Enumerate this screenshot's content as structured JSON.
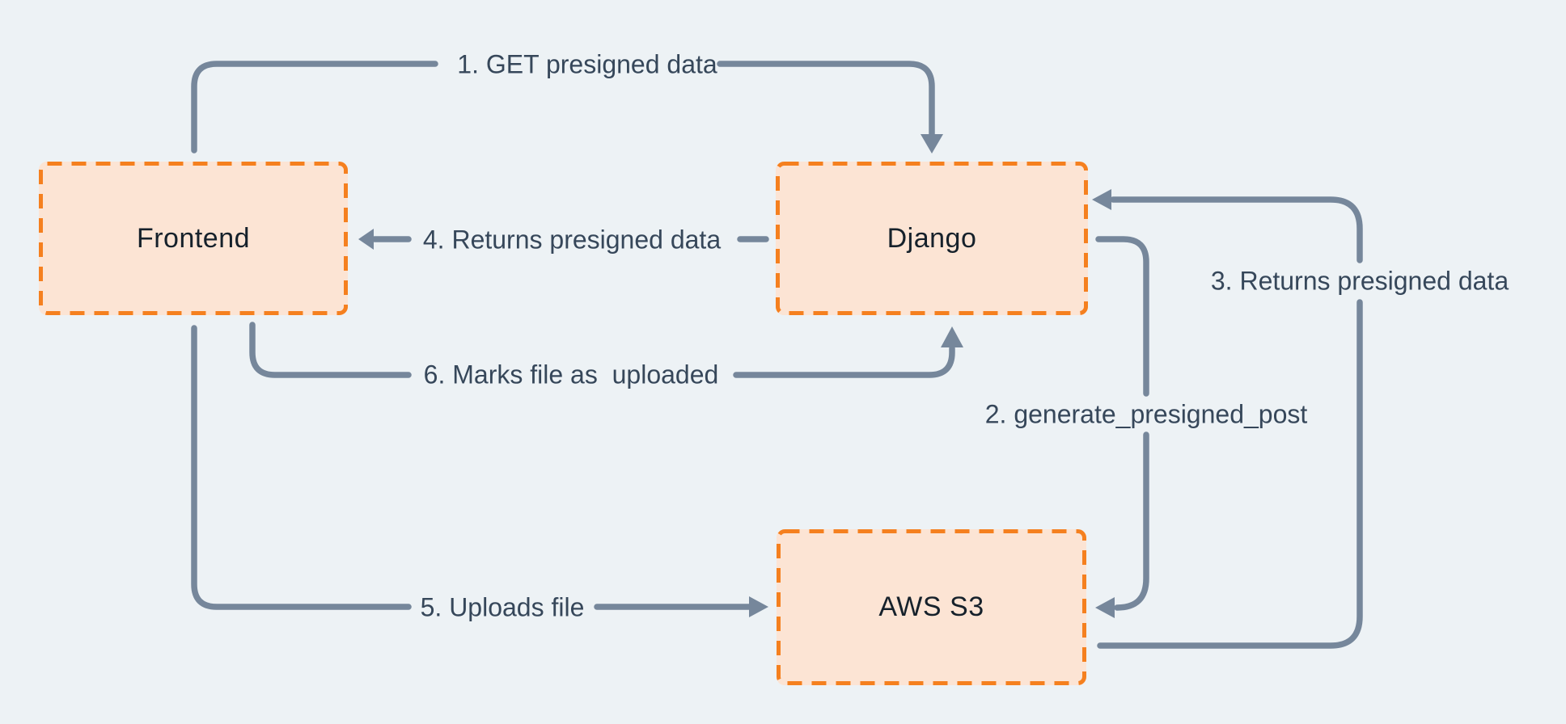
{
  "diagram": {
    "type": "flow-diagram",
    "subject": "Presigned upload flow between Frontend, Django and AWS S3",
    "nodes": [
      {
        "id": "frontend",
        "label": "Frontend"
      },
      {
        "id": "django",
        "label": "Django"
      },
      {
        "id": "aws-s3",
        "label": "AWS S3"
      }
    ],
    "edges": [
      {
        "step": 1,
        "label": "1. GET presigned data",
        "from": "Frontend",
        "to": "Django"
      },
      {
        "step": 2,
        "label": "2. generate_presigned_post",
        "from": "Django",
        "to": "AWS S3"
      },
      {
        "step": 3,
        "label": "3. Returns presigned data",
        "from": "AWS S3",
        "to": "Django"
      },
      {
        "step": 4,
        "label": "4. Returns presigned data",
        "from": "Django",
        "to": "Frontend"
      },
      {
        "step": 5,
        "label": "5. Uploads file",
        "from": "Frontend",
        "to": "AWS S3"
      },
      {
        "step": 6,
        "label": "6. Marks file as  uploaded",
        "from": "Frontend",
        "to": "Django"
      }
    ],
    "colors": {
      "background": "#edf2f5",
      "node_fill": "#fce4d4",
      "node_border": "#f5801f",
      "arrow": "#76879b",
      "edge_label_text": "#36475a",
      "node_label_text": "#16212b"
    }
  }
}
